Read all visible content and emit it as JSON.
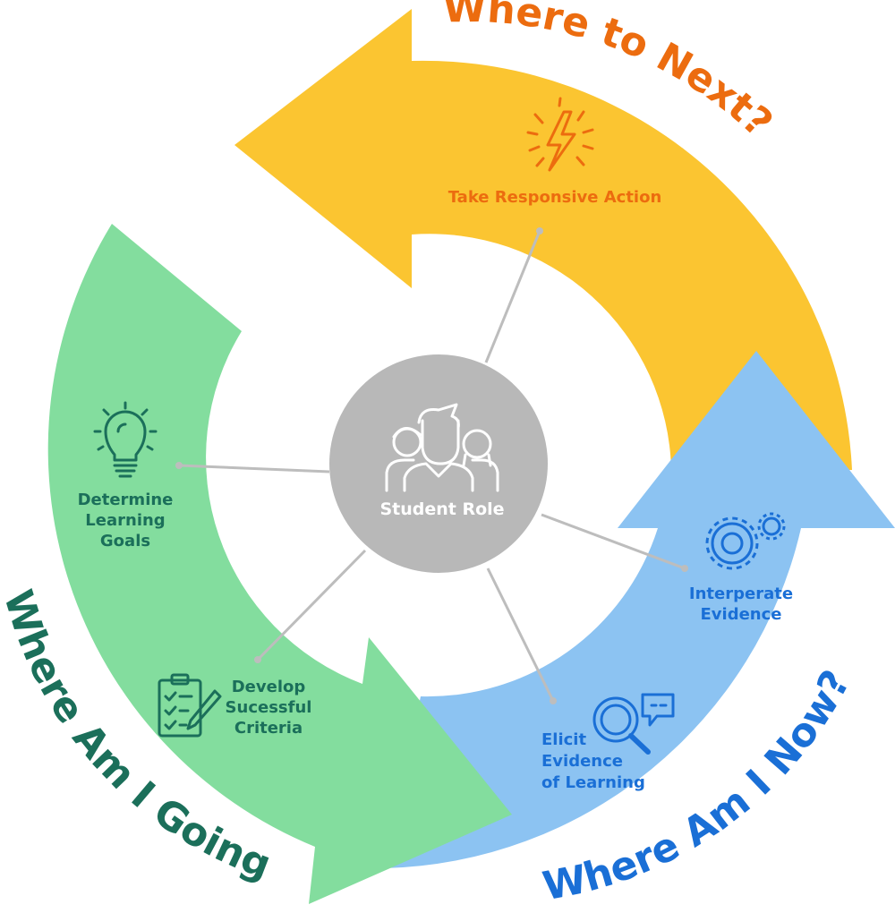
{
  "center": {
    "label": "Student Role"
  },
  "phases": {
    "next": {
      "title": "Where to Next?",
      "color": "#fbc531",
      "text_color": "#ec6c0f"
    },
    "now": {
      "title": "Where Am I Now?",
      "color": "#8cc3f2",
      "text_color": "#1a6fd6"
    },
    "going": {
      "title": "Where Am I Going?",
      "color": "#83dd9e",
      "text_color": "#1b6f5a"
    }
  },
  "nodes": {
    "take_action": {
      "line1": "Take Responsive Action",
      "icon": "lightning-icon",
      "color": "#ec6c0f"
    },
    "interpret_evidence": {
      "line1": "Interperate",
      "line2": "Evidence",
      "icon": "gears-icon",
      "color": "#1a6fd6"
    },
    "elicit_evidence": {
      "line1": "Elicit",
      "line2": "Evidence",
      "line3": "of Learning",
      "icon": "magnifier-chat-icon",
      "color": "#1a6fd6"
    },
    "develop_criteria": {
      "line1": "Develop",
      "line2": "Sucessful",
      "line3": "Criteria",
      "icon": "checklist-pencil-icon",
      "color": "#1b6f5a"
    },
    "determine_goals": {
      "line1": "Determine",
      "line2": "Learning",
      "line3": "Goals",
      "icon": "lightbulb-icon",
      "color": "#1b6f5a"
    }
  },
  "colors": {
    "center_circle": "#b8b8b8",
    "connector": "#bdbdbd"
  }
}
